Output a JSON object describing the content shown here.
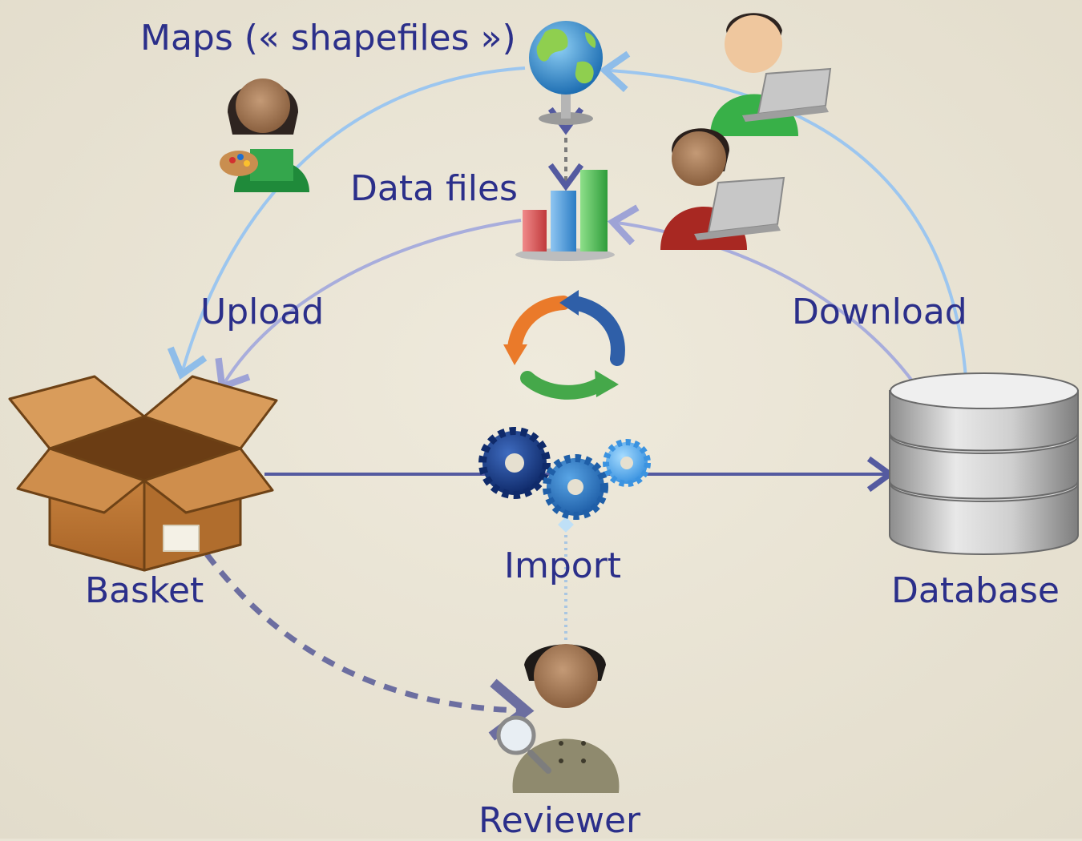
{
  "labels": {
    "maps": "Maps (« shapefiles »)",
    "data_files": "Data files",
    "upload": "Upload",
    "download": "Download",
    "basket": "Basket",
    "import": "Import",
    "database": "Database",
    "reviewer": "Reviewer"
  },
  "colors": {
    "background": "#e9e4d5",
    "text": "#2b2f8a",
    "upload_arc": "#9cc6ef",
    "data_arc": "#a8addc",
    "import_line": "#545aa0",
    "review_dash": "#6c6ea0",
    "box": "#c8843f",
    "database": "#b3b3b3"
  },
  "icons": [
    "globe-icon",
    "bar-chart-icon",
    "refresh-cycle-icon",
    "gears-icon",
    "box-icon",
    "database-icon",
    "painter-person-icon",
    "user-laptop-icon",
    "reviewer-person-icon"
  ]
}
